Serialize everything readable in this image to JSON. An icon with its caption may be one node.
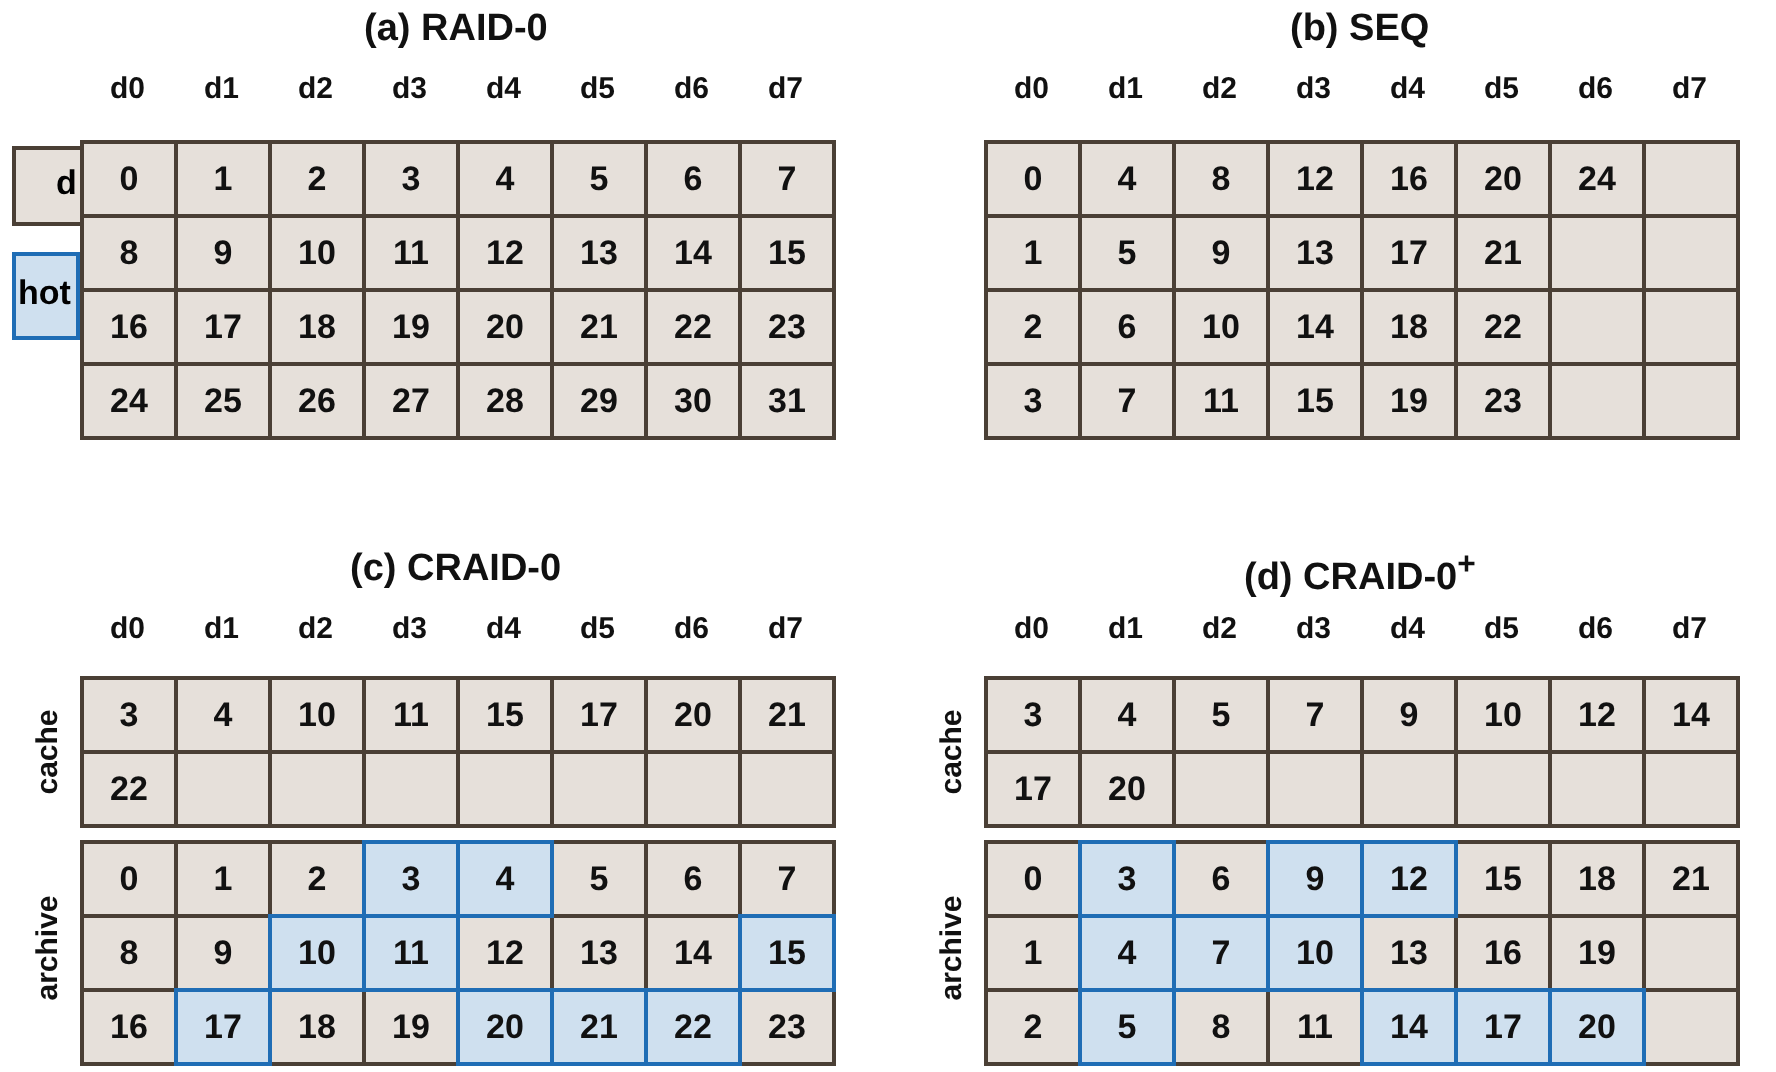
{
  "diagram": {
    "nodes": [
      {
        "text": [
          "0"
        ]
      },
      {
        "text": [
          "1"
        ]
      },
      {
        "text": [
          "2"
        ]
      },
      {
        "text": [
          "3"
        ]
      },
      {
        "text": [
          "4"
        ]
      },
      {
        "text": [
          "5"
        ]
      },
      {
        "text": [
          "6"
        ]
      },
      {
        "text": [
          "7"
        ]
      },
      {
        "text": [
          "8"
        ]
      },
      {
        "text": [
          "9"
        ]
      },
      {
        "text": [
          "10"
        ]
      },
      {
        "text": [
          "11"
        ]
      },
      {
        "text": [
          "12"
        ]
      },
      {
        "text": [
          "13"
        ]
      },
      {
        "text": [
          "14"
        ]
      },
      {
        "text": [
          "15"
        ]
      },
      {
        "text": [
          "16"
        ]
      },
      {
        "text": [
          "17"
        ]
      },
      {
        "text": [
          "18"
        ]
      },
      {
        "text": [
          "19"
        ]
      },
      {
        "text": [
          "20"
        ]
      },
      {
        "text": [
          "21"
        ]
      },
      {
        "text": [
          "22"
        ]
      },
      {
        "text": [
          "23"
        ]
      },
      {
        "text": [
          "24"
        ]
      },
      {
        "text": [
          "25"
        ]
      },
      {
        "text": [
          "26"
        ]
      },
      {
        "text": [
          "27"
        ]
      },
      {
        "text": [
          "28"
        ]
      },
      {
        "text": [
          "29"
        ]
      },
      {
        "text": [
          "30"
        ]
      },
      {
        "text": [
          "31"
        ]
      },
      {
        "text": [
          "0"
        ]
      },
      {
        "text": [
          "4"
        ]
      },
      {
        "text": [
          "8"
        ]
      },
      {
        "text": [
          "12"
        ]
      },
      {
        "text": [
          "16"
        ]
      },
      {
        "text": [
          "20"
        ]
      },
      {
        "text": [
          "24"
        ]
      },
      {
        "text": [],
        "shape": "box"
      },
      {
        "text": [
          "1"
        ]
      },
      {
        "text": [
          "5"
        ]
      },
      {
        "text": [
          "9"
        ]
      },
      {
        "text": [
          "13"
        ]
      },
      {
        "text": [
          "17"
        ]
      },
      {
        "text": [
          "21"
        ]
      },
      {
        "text": [],
        "shape": "box"
      },
      {
        "text": [],
        "shape": "box"
      },
      {
        "text": [
          "2"
        ]
      },
      {
        "text": [
          "6"
        ]
      },
      {
        "text": [
          "10"
        ]
      },
      {
        "text": [
          "14"
        ]
      },
      {
        "text": [
          "18"
        ]
      },
      {
        "text": [
          "22"
        ]
      },
      {
        "text": [],
        "shape": "box"
      },
      {
        "text": [],
        "shape": "box"
      },
      {
        "text": [
          "3"
        ]
      },
      {
        "text": [
          "7"
        ]
      },
      {
        "text": [
          "11"
        ]
      },
      {
        "text": [
          "15"
        ]
      },
      {
        "text": [
          "19"
        ]
      },
      {
        "text": [
          "23"
        ]
      },
      {
        "text": [],
        "shape": "box"
      },
      {
        "text": [],
        "shape": "box"
      },
      {
        "text": [
          "3"
        ]
      },
      {
        "text": [
          "4"
        ]
      },
      {
        "text": [
          "10"
        ]
      },
      {
        "text": [
          "11"
        ]
      },
      {
        "text": [
          "15"
        ]
      },
      {
        "text": [
          "17"
        ]
      },
      {
        "text": [
          "20"
        ]
      },
      {
        "text": [
          "21"
        ]
      },
      {
        "text": [
          "22"
        ]
      },
      {
        "text": [],
        "shape": "box"
      },
      {
        "text": [],
        "shape": "box"
      },
      {
        "text": [],
        "shape": "box"
      },
      {
        "text": [],
        "shape": "box"
      },
      {
        "text": [],
        "shape": "box"
      },
      {
        "text": [],
        "shape": "box"
      },
      {
        "text": [],
        "shape": "box"
      },
      {
        "text": [
          "0"
        ]
      },
      {
        "text": [
          "1"
        ]
      },
      {
        "text": [
          "2"
        ]
      },
      {
        "text": [
          "3"
        ]
      },
      {
        "text": [
          "4"
        ]
      },
      {
        "text": [
          "5"
        ]
      },
      {
        "text": [
          "6"
        ]
      },
      {
        "text": [
          "7"
        ]
      },
      {
        "text": [
          "8"
        ]
      },
      {
        "text": [
          "9"
        ]
      },
      {
        "text": [
          "10"
        ]
      },
      {
        "text": [
          "11"
        ]
      },
      {
        "text": [
          "12"
        ]
      },
      {
        "text": [
          "13"
        ]
      },
      {
        "text": [
          "14"
        ]
      },
      {
        "text": [
          "15"
        ]
      },
      {
        "text": [
          "16"
        ]
      },
      {
        "text": [
          "17"
        ]
      },
      {
        "text": [
          "18"
        ]
      },
      {
        "text": [
          "19"
        ]
      },
      {
        "text": [
          "20"
        ]
      },
      {
        "text": [
          "21"
        ]
      },
      {
        "text": [
          "22"
        ]
      },
      {
        "text": [
          "23"
        ]
      },
      {
        "text": [
          "3"
        ]
      },
      {
        "text": [
          "4"
        ]
      },
      {
        "text": [
          "5"
        ]
      },
      {
        "text": [
          "7"
        ]
      },
      {
        "text": [
          "9"
        ]
      },
      {
        "text": [
          "10"
        ]
      },
      {
        "text": [
          "12"
        ]
      },
      {
        "text": [
          "14"
        ]
      },
      {
        "text": [
          "17"
        ]
      },
      {
        "text": [
          "20"
        ]
      },
      {
        "text": [],
        "shape": "box"
      },
      {
        "text": [],
        "shape": "box"
      },
      {
        "text": [],
        "shape": "box"
      },
      {
        "text": [],
        "shape": "box"
      },
      {
        "text": [],
        "shape": "box"
      },
      {
        "text": [],
        "shape": "box"
      },
      {
        "text": [
          "0"
        ]
      },
      {
        "text": [
          "3"
        ]
      },
      {
        "text": [
          "6"
        ]
      },
      {
        "text": [
          "9"
        ]
      },
      {
        "text": [
          "12"
        ]
      },
      {
        "text": [
          "15"
        ]
      },
      {
        "text": [
          "18"
        ]
      },
      {
        "text": [
          "21"
        ]
      },
      {
        "text": [
          "1"
        ]
      },
      {
        "text": [
          "4"
        ]
      },
      {
        "text": [
          "7"
        ]
      },
      {
        "text": [
          "10"
        ]
      },
      {
        "text": [
          "13"
        ]
      },
      {
        "text": [
          "16"
        ]
      },
      {
        "text": [
          "19"
        ]
      },
      {
        "text": [],
        "shape": "box"
      },
      {
        "text": [
          "2"
        ]
      },
      {
        "text": [
          "5"
        ]
      },
      {
        "text": [
          "8"
        ]
      },
      {
        "text": [
          "11"
        ]
      },
      {
        "text": [
          "14"
        ]
      },
      {
        "text": [
          "17"
        ]
      },
      {
        "text": [
          "20"
        ]
      },
      {
        "text": [],
        "shape": "box"
      }
    ],
    "labels": [
      "(a) RAID-0",
      "d0",
      "d1",
      "d2",
      "d3",
      "d4",
      "d5",
      "d6",
      "d7",
      "(b) SEQ",
      "d0",
      "d1",
      "d2",
      "d3",
      "d4",
      "d5",
      "d6",
      "d7",
      "(c) CRAID-0",
      "d0",
      "d1",
      "d2",
      "d3",
      "d4",
      "d5",
      "d6",
      "d7",
      "cache",
      "archive",
      "(d) CRAID-0$^{+}$",
      "d0",
      "d1",
      "d2",
      "d3",
      "d4",
      "d5",
      "d6",
      "d7",
      "cache",
      "archive"
    ],
    "legend": [
      {
        "text": "d",
        "color": "#e6e0da"
      },
      {
        "text": "hot",
        "color": "#cfe0ef"
      }
    ]
  }
}
